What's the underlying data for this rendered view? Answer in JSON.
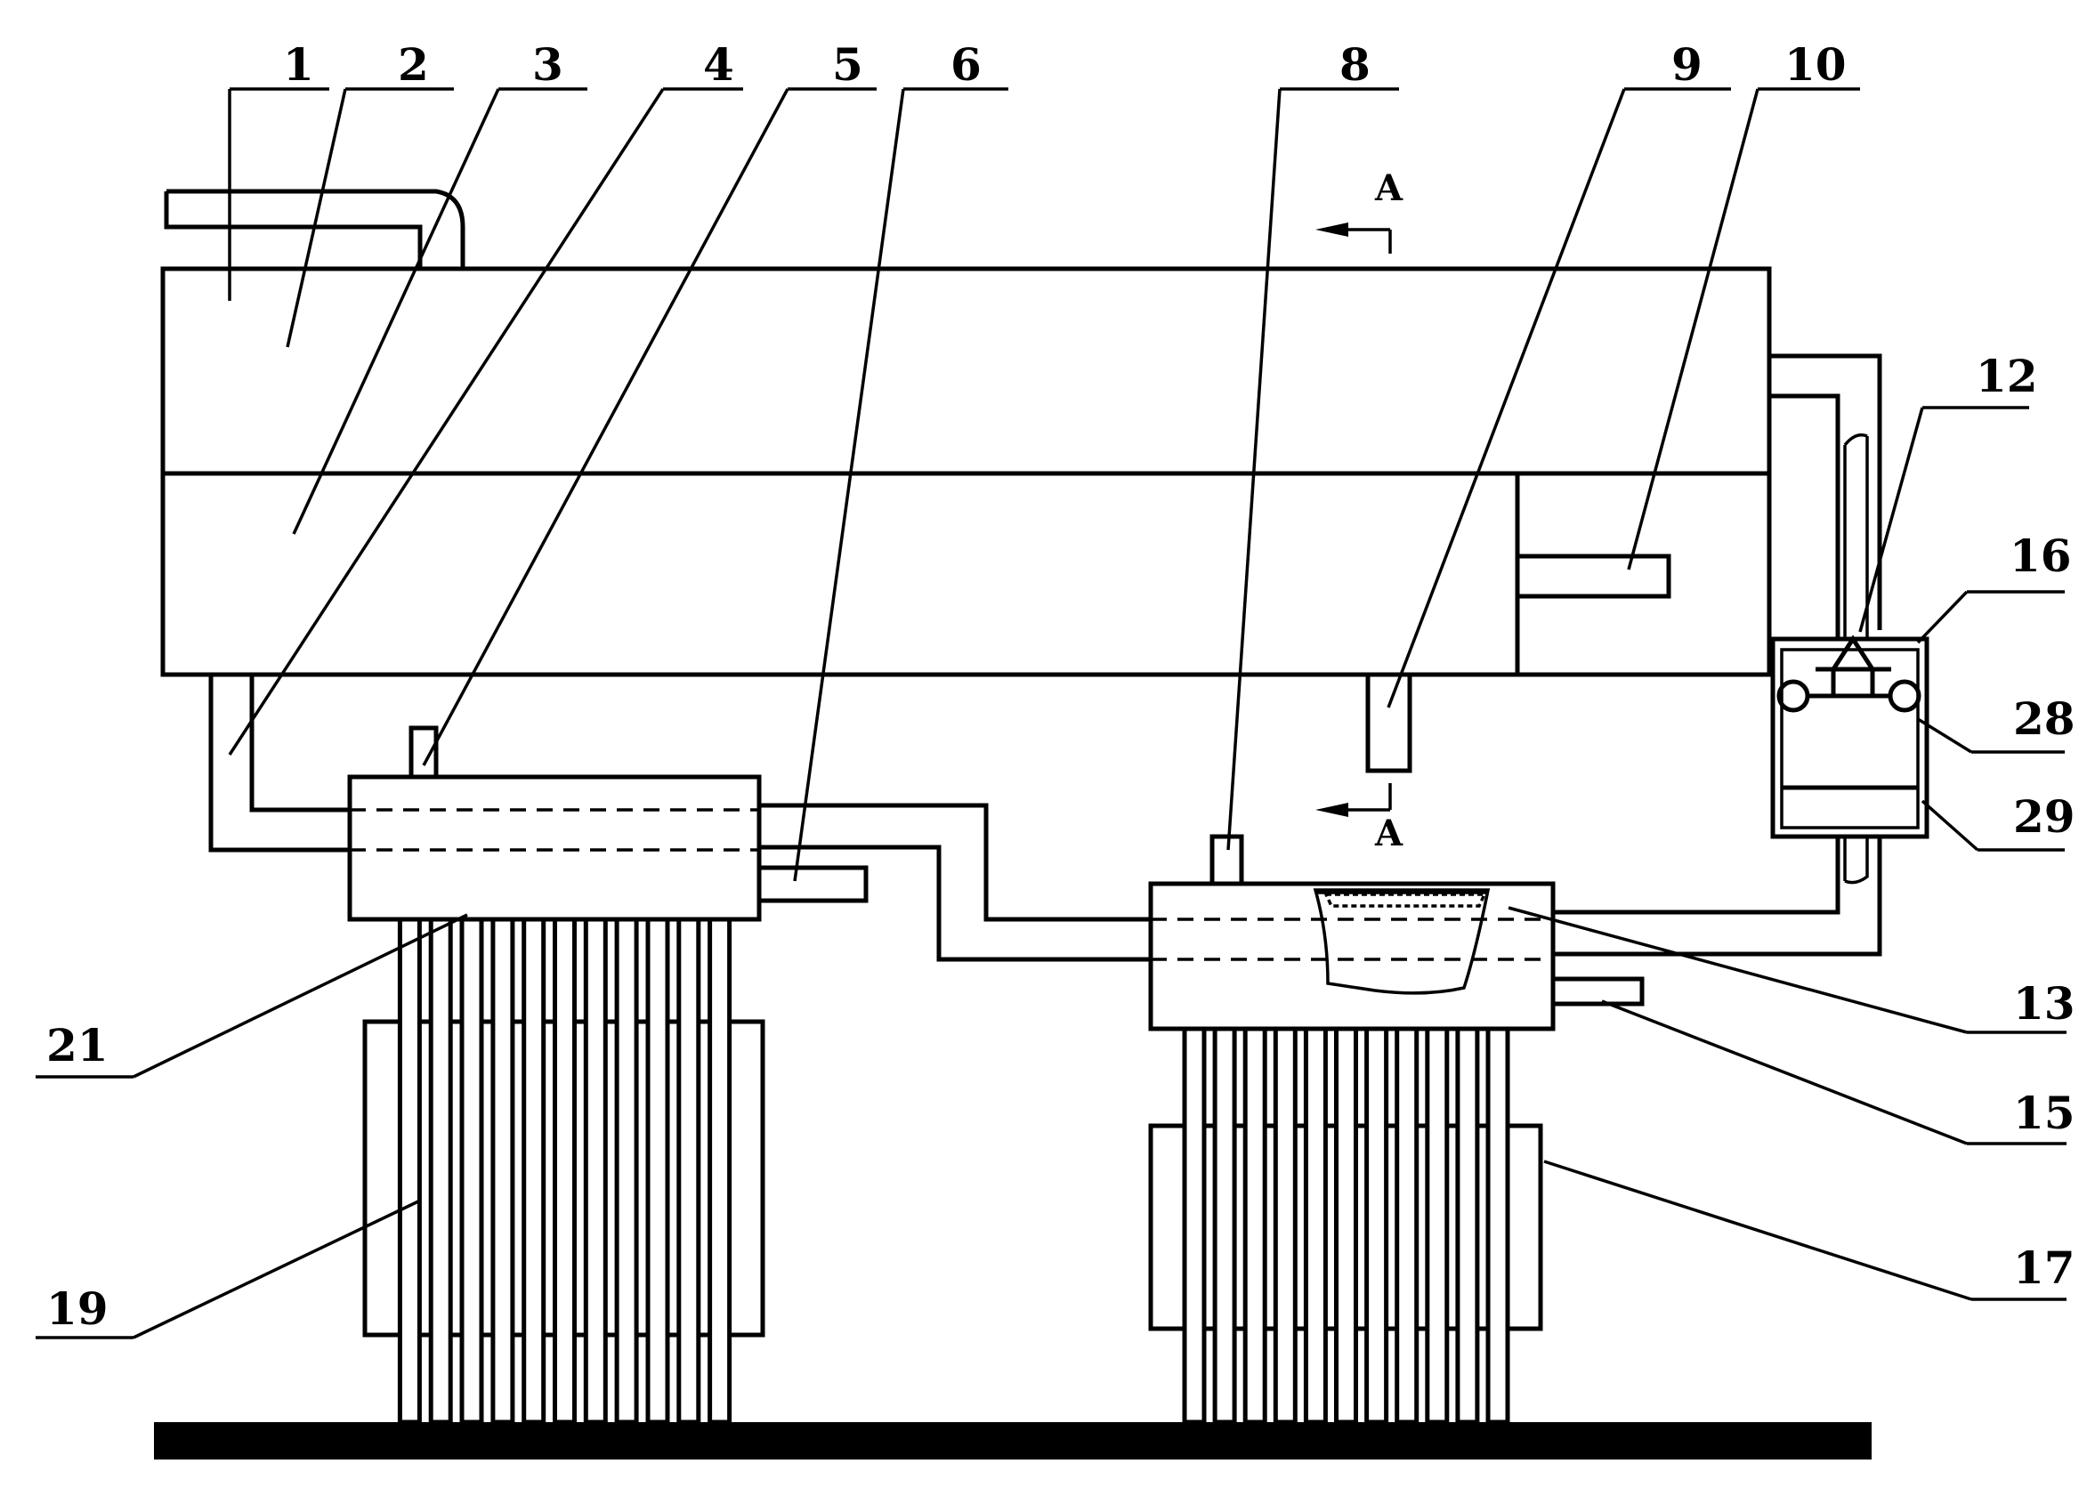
{
  "labels": {
    "l1": "1",
    "l2": "2",
    "l3": "3",
    "l4": "4",
    "l5": "5",
    "l6": "6",
    "l8": "8",
    "l9": "9",
    "l10": "10",
    "l12": "12",
    "l13": "13",
    "l15": "15",
    "l16": "16",
    "l17": "17",
    "l19": "19",
    "l21": "21",
    "l28": "28",
    "l29": "29"
  },
  "section": {
    "top": "A",
    "bottom": "A"
  }
}
